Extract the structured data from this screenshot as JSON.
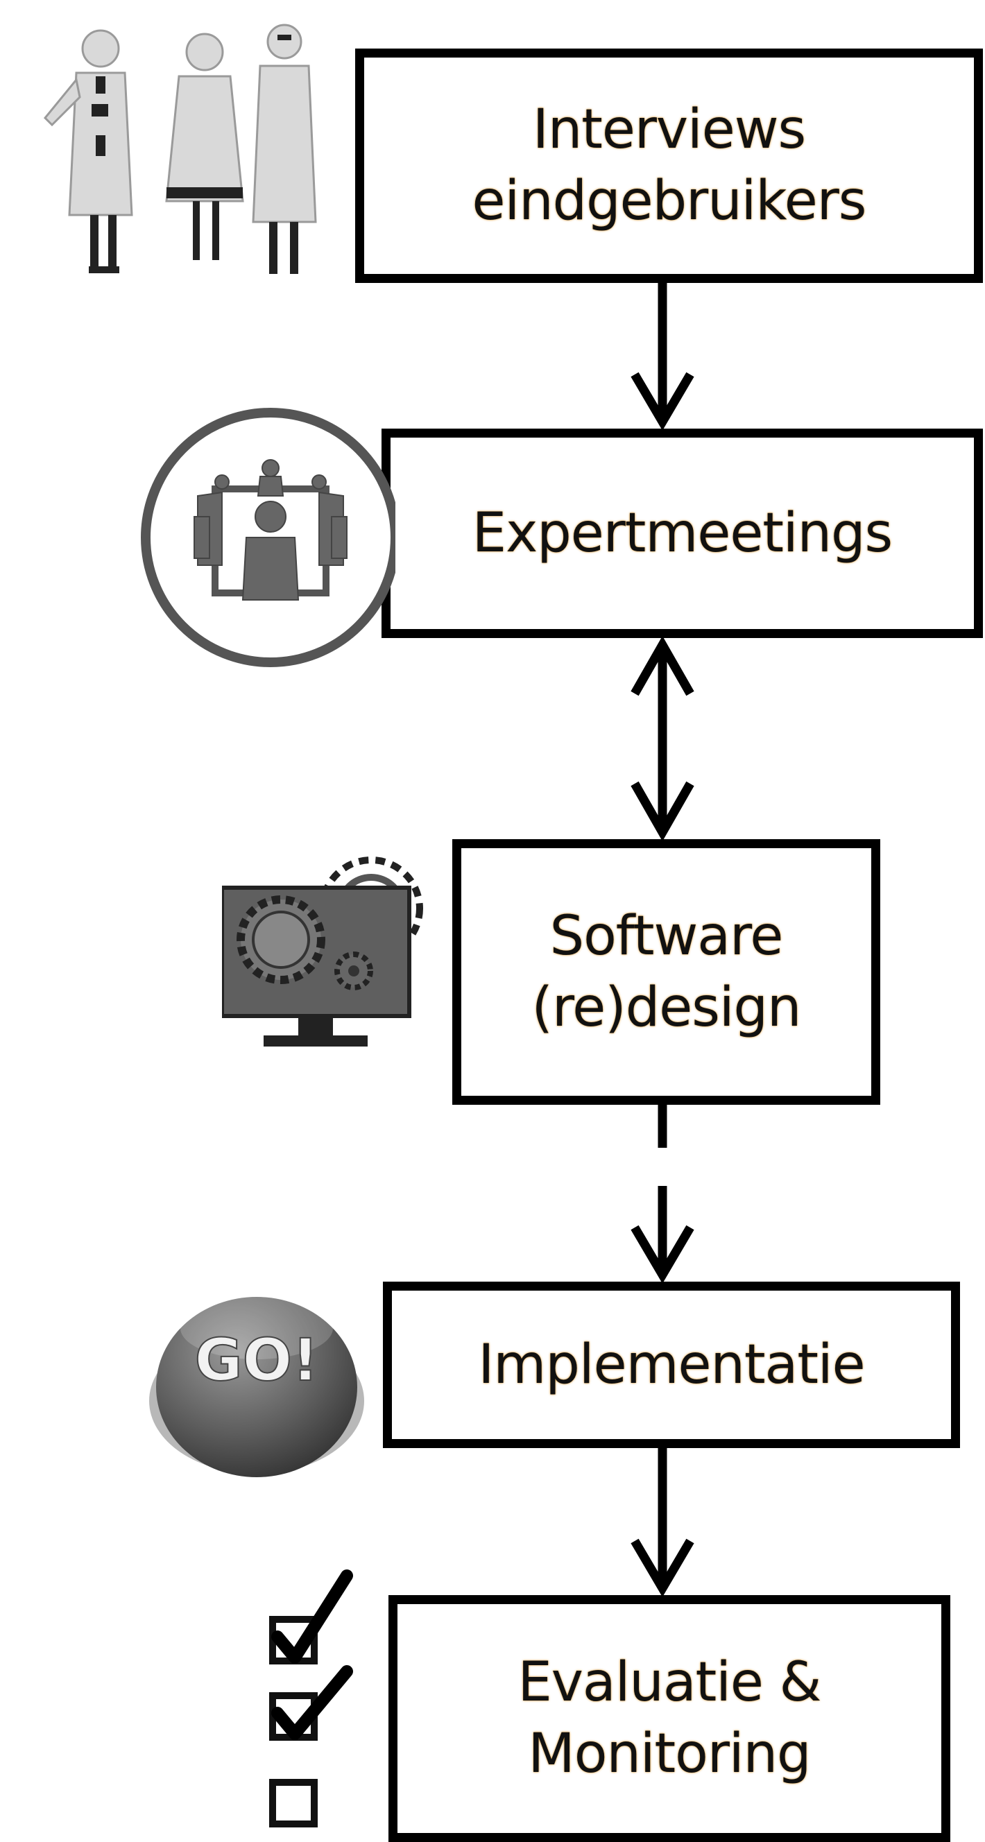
{
  "steps": [
    {
      "label": "Interviews\neindgebruikers",
      "icon": "healthcare-workers-icon"
    },
    {
      "label": "Expertmeetings",
      "icon": "meeting-icon"
    },
    {
      "label": "Software\n(re)design",
      "icon": "monitor-gears-icon"
    },
    {
      "label": "Implementatie",
      "icon": "go-button-icon"
    },
    {
      "label": "Evaluatie &\nMonitoring",
      "icon": "checklist-icon"
    }
  ],
  "icons": {
    "go_button_text": "GO!"
  },
  "connectors": [
    {
      "from": 0,
      "to": 1,
      "direction": "forward"
    },
    {
      "from": 1,
      "to": 2,
      "direction": "both"
    },
    {
      "from": 2,
      "to": 3,
      "direction": "forward"
    },
    {
      "from": 3,
      "to": 4,
      "direction": "forward"
    }
  ]
}
